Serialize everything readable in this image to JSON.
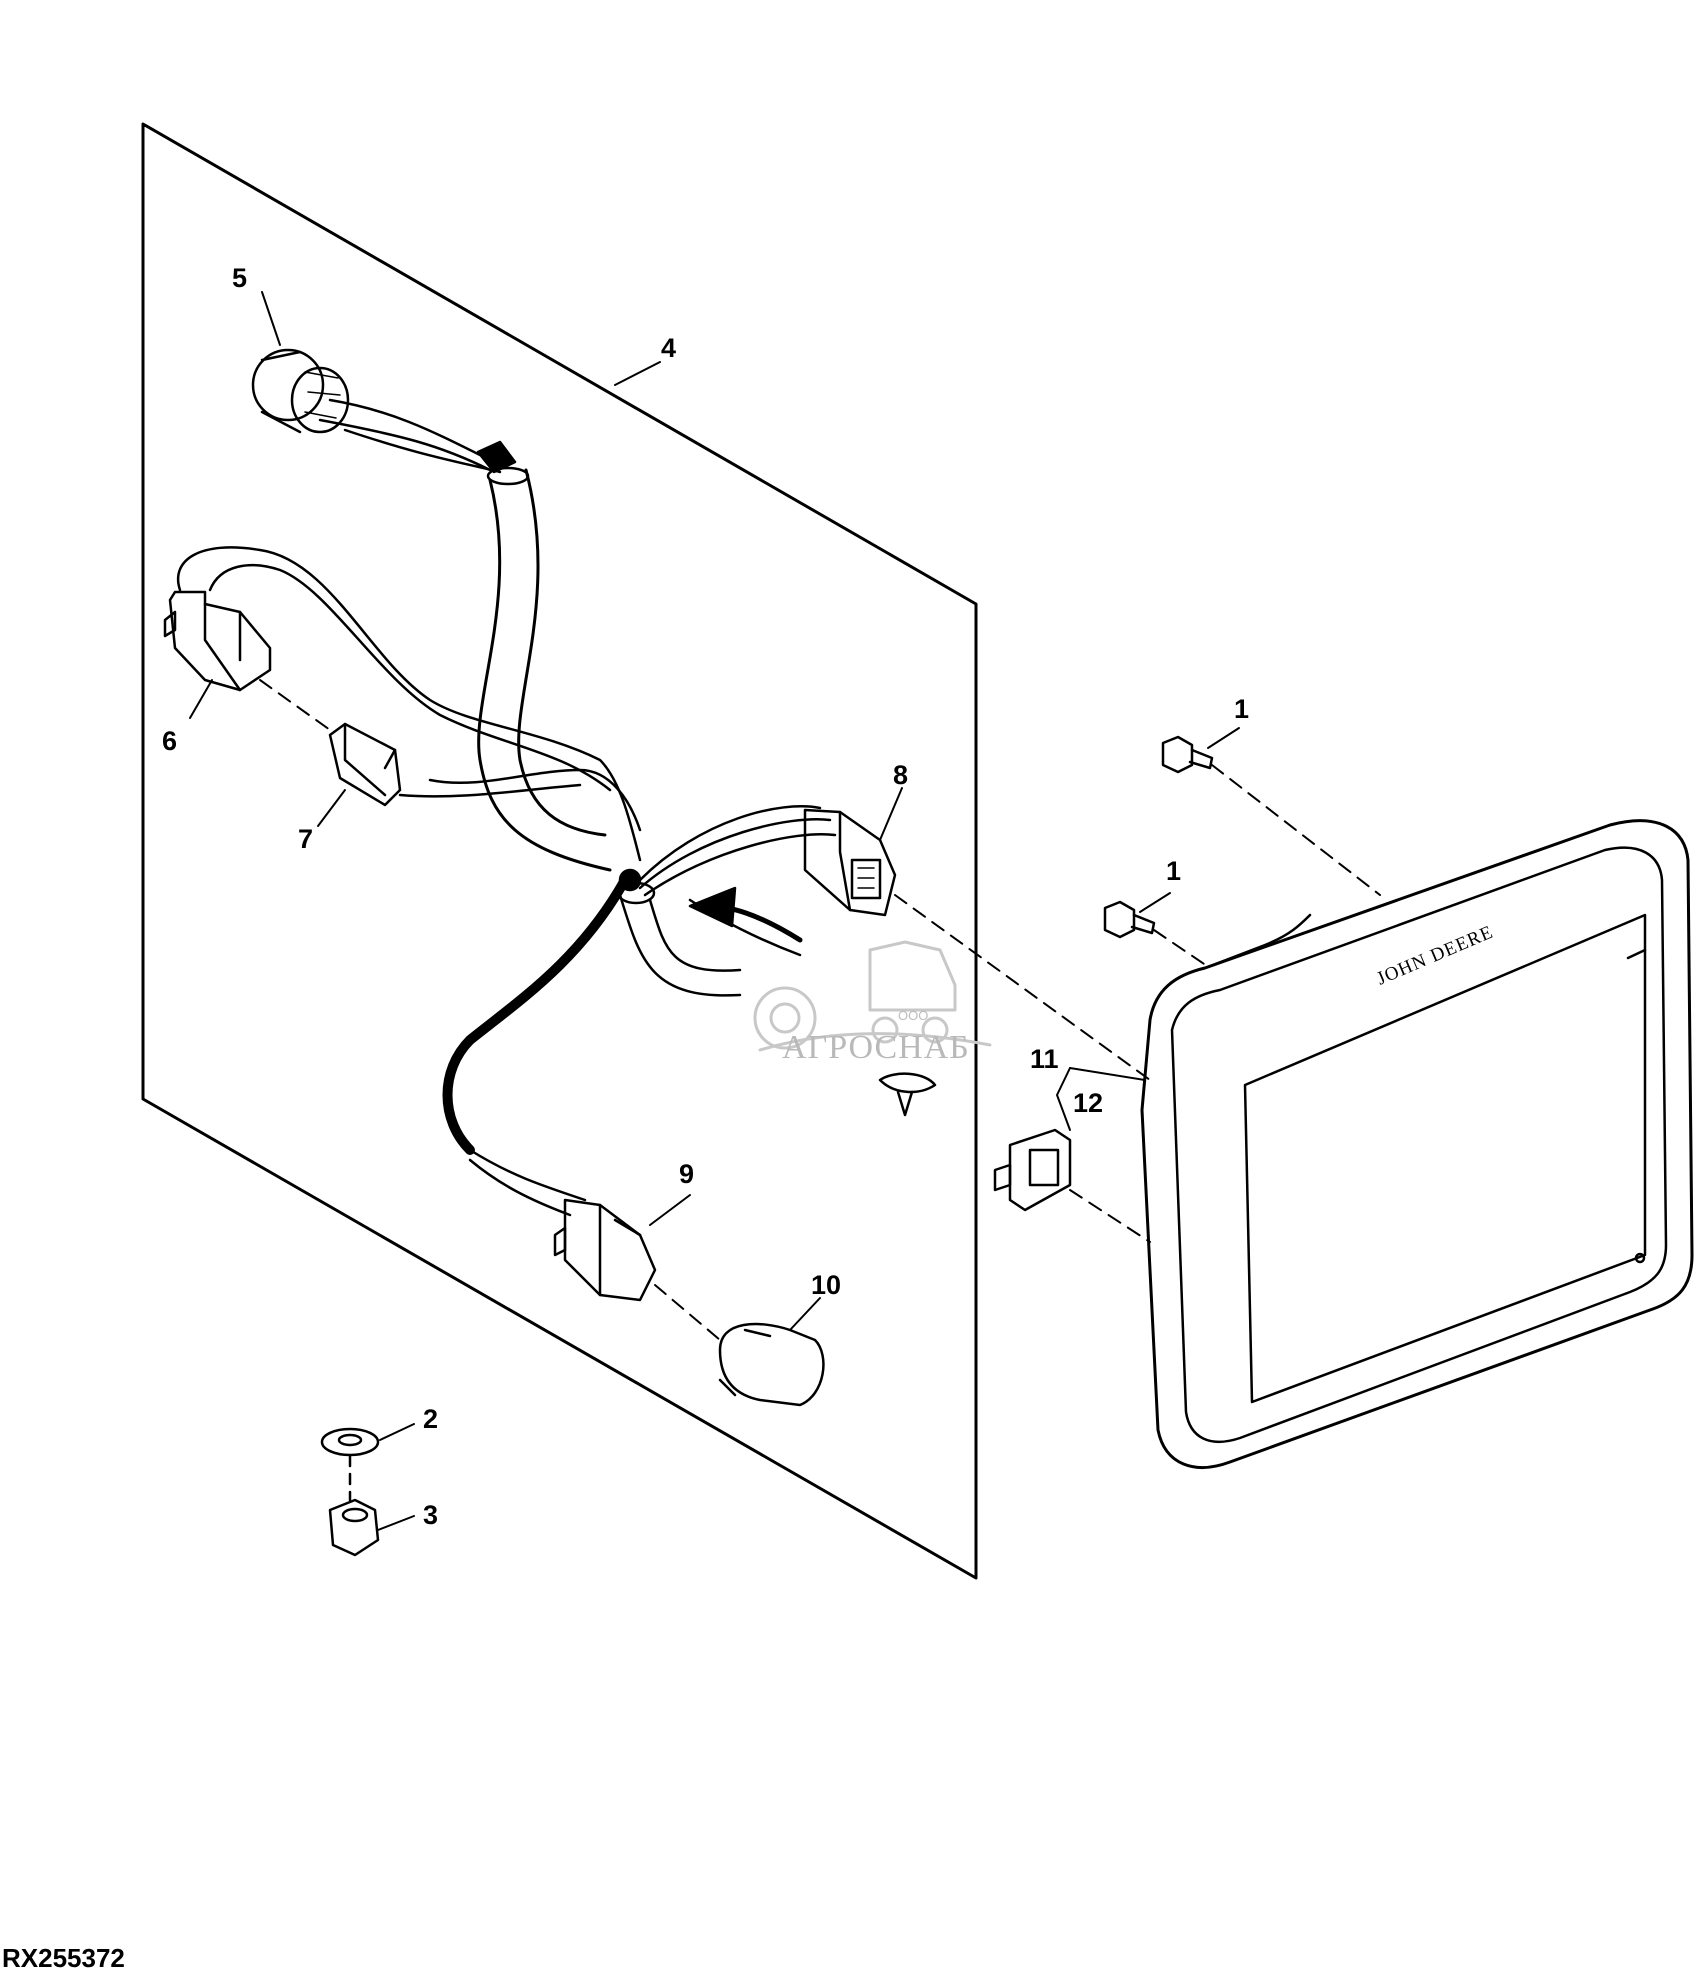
{
  "figure_id": "RX255372",
  "display_brand": "JOHN DEERE",
  "watermark": {
    "name": "АГРОСНАБ",
    "prefix": "ООО"
  },
  "callouts": [
    "1",
    "1",
    "2",
    "3",
    "4",
    "5",
    "6",
    "7",
    "8",
    "9",
    "10",
    "11",
    "12"
  ]
}
